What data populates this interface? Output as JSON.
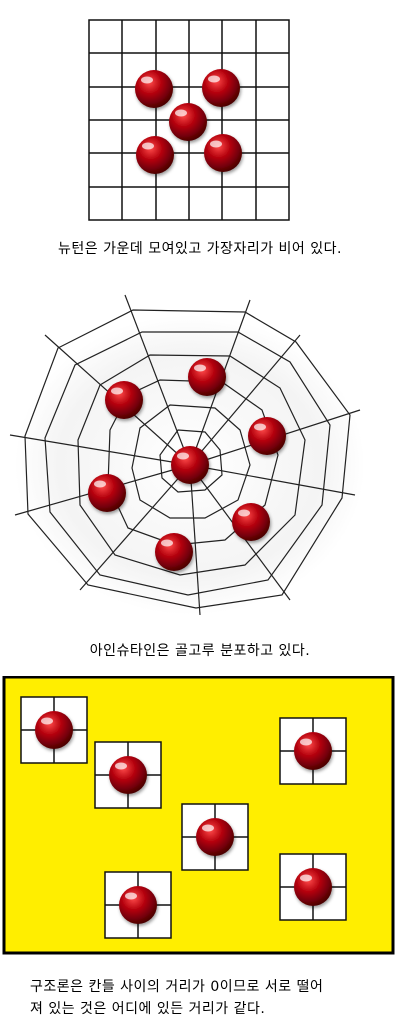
{
  "panels": [
    {
      "caption": "뉴턴은 가운데 모여있고 가장자리가 비어 있다."
    },
    {
      "caption": "아인슈타인은 골고루 분포하고 있다."
    },
    {
      "caption_line1": "구조론은 칸들 사이의 거리가 0이므로 서로 떨어",
      "caption_line2": "져 있는 것은 어디에 있든 거리가 같다."
    }
  ],
  "colors": {
    "ball": "#b3000c",
    "ball_dark": "#5a0006",
    "highlight": "#ffffff",
    "yellow": "#ffee00",
    "grid": "#111111"
  }
}
